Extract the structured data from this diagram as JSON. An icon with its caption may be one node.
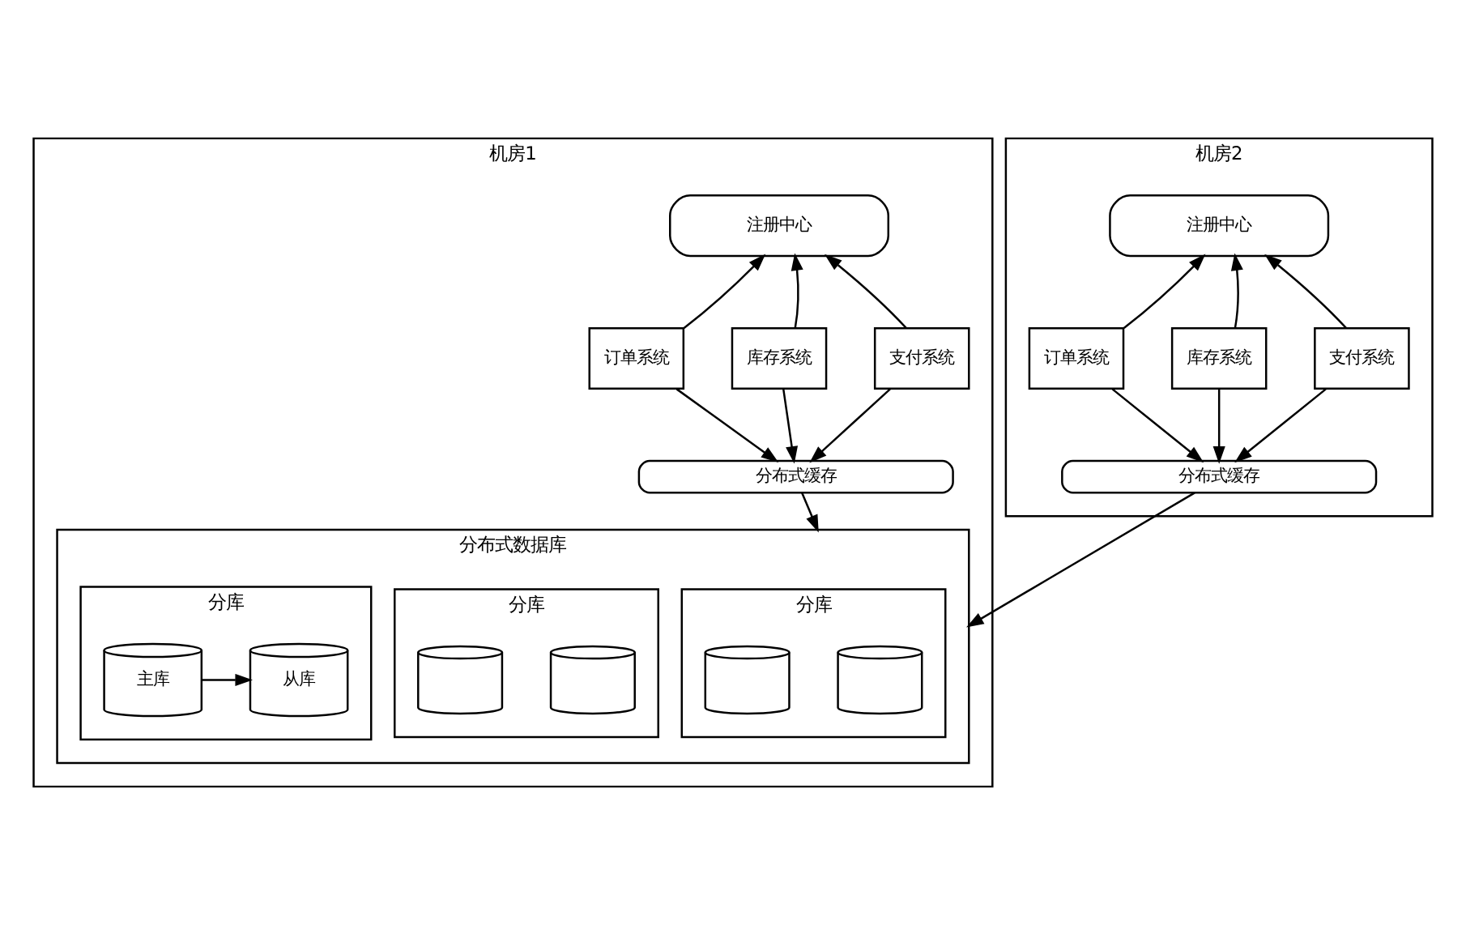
{
  "diagram": {
    "nodes": [
      {
        "text": [
          "机房1"
        ]
      },
      {
        "text": [
          "注册中心"
        ],
        "in": 0
      },
      {
        "text": [
          "订单系统"
        ],
        "in": 0
      },
      {
        "text": [
          "库存系统"
        ],
        "in": 0
      },
      {
        "text": [
          "支付系统"
        ],
        "in": 0
      },
      {
        "text": [
          "分布式缓存"
        ],
        "in": 0
      },
      {
        "text": [
          "分布式数据库"
        ],
        "in": 0
      },
      {
        "text": [
          "分库"
        ],
        "in": 6
      },
      {
        "text": [],
        "shape": "cylinder",
        "in": 7
      },
      {
        "text": [],
        "shape": "cylinder",
        "in": 7
      },
      {
        "text": [
          "分库"
        ],
        "in": 6
      },
      {
        "text": [],
        "shape": "cylinder",
        "in": 10
      },
      {
        "text": [],
        "shape": "cylinder",
        "in": 10
      },
      {
        "text": [
          "分库"
        ],
        "in": 6
      },
      {
        "text": [
          "主库"
        ],
        "in": 13
      },
      {
        "text": [
          "从库"
        ],
        "in": 13
      },
      {
        "text": [
          "机房2"
        ]
      },
      {
        "text": [
          "注册中心"
        ],
        "in": 16
      },
      {
        "text": [
          "订单系统"
        ],
        "in": 16
      },
      {
        "text": [
          "库存系统"
        ],
        "in": 16
      },
      {
        "text": [
          "支付系统"
        ],
        "in": 16
      },
      {
        "text": [
          "分布式缓存"
        ],
        "in": 16
      }
    ],
    "edges": [
      {
        "from": 2,
        "to": 1,
        "arrow": "to"
      },
      {
        "from": 3,
        "to": 1,
        "arrow": "to"
      },
      {
        "from": 4,
        "to": 1,
        "arrow": "to"
      },
      {
        "from": 2,
        "to": 5,
        "arrow": "to"
      },
      {
        "from": 3,
        "to": 5,
        "arrow": "to"
      },
      {
        "from": 4,
        "to": 5,
        "arrow": "to"
      },
      {
        "from": 5,
        "to": 6,
        "arrow": "to"
      },
      {
        "from": 14,
        "to": 15,
        "arrow": "to"
      },
      {
        "from": 18,
        "to": 17,
        "arrow": "to"
      },
      {
        "from": 19,
        "to": 17,
        "arrow": "to"
      },
      {
        "from": 20,
        "to": 17,
        "arrow": "to"
      },
      {
        "from": 18,
        "to": 21,
        "arrow": "to"
      },
      {
        "from": 19,
        "to": 21,
        "arrow": "to"
      },
      {
        "from": 20,
        "to": 21,
        "arrow": "to"
      },
      {
        "from": 21,
        "to": 6,
        "arrow": "to"
      }
    ]
  }
}
